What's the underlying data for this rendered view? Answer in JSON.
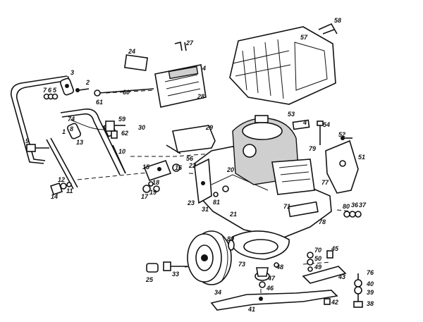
{
  "diagram": {
    "callouts": [
      {
        "id": "c1",
        "text": "1"
      },
      {
        "id": "c2",
        "text": "2"
      },
      {
        "id": "c3",
        "text": "3"
      },
      {
        "id": "c4",
        "text": "4"
      },
      {
        "id": "c4b",
        "text": "4"
      },
      {
        "id": "c5",
        "text": "5"
      },
      {
        "id": "c6",
        "text": "6"
      },
      {
        "id": "c7",
        "text": "7"
      },
      {
        "id": "c8",
        "text": "8"
      },
      {
        "id": "c9",
        "text": "9"
      },
      {
        "id": "c10",
        "text": "10"
      },
      {
        "id": "c11",
        "text": "11"
      },
      {
        "id": "c12",
        "text": "12"
      },
      {
        "id": "c13",
        "text": "13"
      },
      {
        "id": "c14",
        "text": "14"
      },
      {
        "id": "c15",
        "text": "15"
      },
      {
        "id": "c16",
        "text": "16"
      },
      {
        "id": "c17",
        "text": "17"
      },
      {
        "id": "c18",
        "text": "18"
      },
      {
        "id": "c19",
        "text": "19"
      },
      {
        "id": "c20",
        "text": "20"
      },
      {
        "id": "c21",
        "text": "21"
      },
      {
        "id": "c22",
        "text": "22"
      },
      {
        "id": "c23",
        "text": "23"
      },
      {
        "id": "c24",
        "text": "24"
      },
      {
        "id": "c25",
        "text": "25"
      },
      {
        "id": "c27",
        "text": "27"
      },
      {
        "id": "c28",
        "text": "28"
      },
      {
        "id": "c29",
        "text": "29"
      },
      {
        "id": "c30",
        "text": "30"
      },
      {
        "id": "c31",
        "text": "31"
      },
      {
        "id": "c33",
        "text": "33"
      },
      {
        "id": "c34",
        "text": "34"
      },
      {
        "id": "c36",
        "text": "36"
      },
      {
        "id": "c37",
        "text": "37"
      },
      {
        "id": "c38",
        "text": "38"
      },
      {
        "id": "c39",
        "text": "39"
      },
      {
        "id": "c40",
        "text": "40"
      },
      {
        "id": "c41",
        "text": "41"
      },
      {
        "id": "c42",
        "text": "42"
      },
      {
        "id": "c43",
        "text": "43"
      },
      {
        "id": "c45",
        "text": "45"
      },
      {
        "id": "c46",
        "text": "46"
      },
      {
        "id": "c47",
        "text": "47"
      },
      {
        "id": "c48",
        "text": "48"
      },
      {
        "id": "c49",
        "text": "49"
      },
      {
        "id": "c50",
        "text": "50"
      },
      {
        "id": "c51",
        "text": "51"
      },
      {
        "id": "c52",
        "text": "52"
      },
      {
        "id": "c53",
        "text": "53"
      },
      {
        "id": "c54",
        "text": "54"
      },
      {
        "id": "c56",
        "text": "56"
      },
      {
        "id": "c57",
        "text": "57"
      },
      {
        "id": "c58",
        "text": "58"
      },
      {
        "id": "c59",
        "text": "59"
      },
      {
        "id": "c60",
        "text": "60"
      },
      {
        "id": "c61",
        "text": "61"
      },
      {
        "id": "c62",
        "text": "62"
      },
      {
        "id": "c70",
        "text": "70"
      },
      {
        "id": "c71",
        "text": "71"
      },
      {
        "id": "c73",
        "text": "73"
      },
      {
        "id": "c74",
        "text": "74"
      },
      {
        "id": "c76",
        "text": "76"
      },
      {
        "id": "c77",
        "text": "77"
      },
      {
        "id": "c78",
        "text": "78"
      },
      {
        "id": "c79",
        "text": "79"
      },
      {
        "id": "c80",
        "text": "80"
      },
      {
        "id": "c80b",
        "text": "80"
      },
      {
        "id": "c81",
        "text": "81"
      }
    ]
  }
}
